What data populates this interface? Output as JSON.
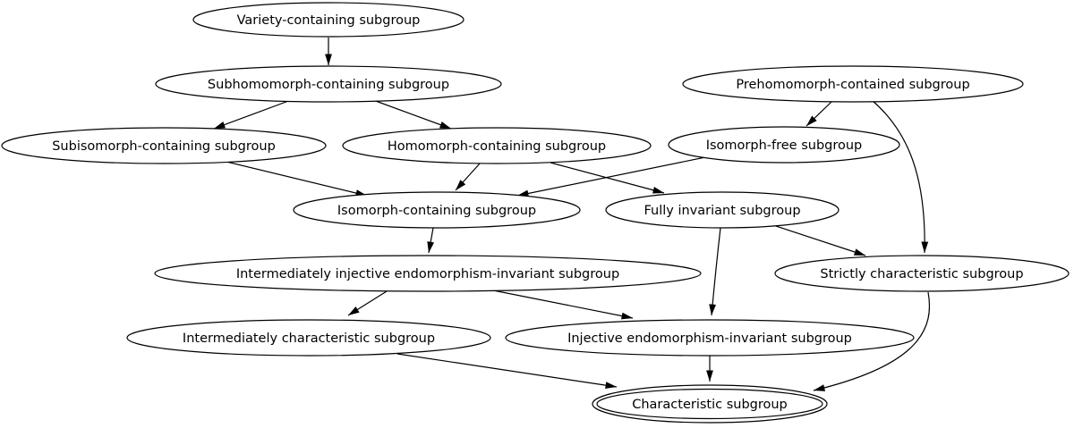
{
  "diagram": {
    "background_color": "#ffffff",
    "stroke_color": "#000000",
    "text_color": "#000000",
    "node_fill_color": "#ffffff",
    "nodes": [
      {
        "id": "variety",
        "label": "Variety-containing subgroup"
      },
      {
        "id": "subhomomorph",
        "label": "Subhomomorph-containing subgroup"
      },
      {
        "id": "prehomomorph",
        "label": "Prehomomorph-contained subgroup"
      },
      {
        "id": "subisomorph",
        "label": "Subisomorph-containing subgroup"
      },
      {
        "id": "homomorph",
        "label": "Homomorph-containing subgroup"
      },
      {
        "id": "isomorphfree",
        "label": "Isomorph-free subgroup"
      },
      {
        "id": "isomorphcontaining",
        "label": "Isomorph-containing subgroup"
      },
      {
        "id": "fullyinvariant",
        "label": "Fully invariant subgroup"
      },
      {
        "id": "intinjective",
        "label": "Intermediately injective endomorphism-invariant subgroup"
      },
      {
        "id": "strictlychar",
        "label": "Strictly characteristic subgroup"
      },
      {
        "id": "intchar",
        "label": "Intermediately characteristic subgroup"
      },
      {
        "id": "injective",
        "label": "Injective endomorphism-invariant subgroup"
      },
      {
        "id": "characteristic",
        "label": "Characteristic subgroup",
        "double_border": true
      }
    ],
    "edges": [
      {
        "from": "variety",
        "to": "subhomomorph"
      },
      {
        "from": "subhomomorph",
        "to": "subisomorph"
      },
      {
        "from": "subhomomorph",
        "to": "homomorph"
      },
      {
        "from": "prehomomorph",
        "to": "isomorphfree"
      },
      {
        "from": "prehomomorph",
        "to": "strictlychar"
      },
      {
        "from": "subisomorph",
        "to": "isomorphcontaining"
      },
      {
        "from": "homomorph",
        "to": "isomorphcontaining"
      },
      {
        "from": "homomorph",
        "to": "fullyinvariant"
      },
      {
        "from": "isomorphfree",
        "to": "isomorphcontaining"
      },
      {
        "from": "isomorphcontaining",
        "to": "intinjective"
      },
      {
        "from": "fullyinvariant",
        "to": "injective"
      },
      {
        "from": "fullyinvariant",
        "to": "strictlychar"
      },
      {
        "from": "intinjective",
        "to": "intchar"
      },
      {
        "from": "intinjective",
        "to": "injective"
      },
      {
        "from": "strictlychar",
        "to": "characteristic"
      },
      {
        "from": "intchar",
        "to": "characteristic"
      },
      {
        "from": "injective",
        "to": "characteristic"
      }
    ]
  }
}
